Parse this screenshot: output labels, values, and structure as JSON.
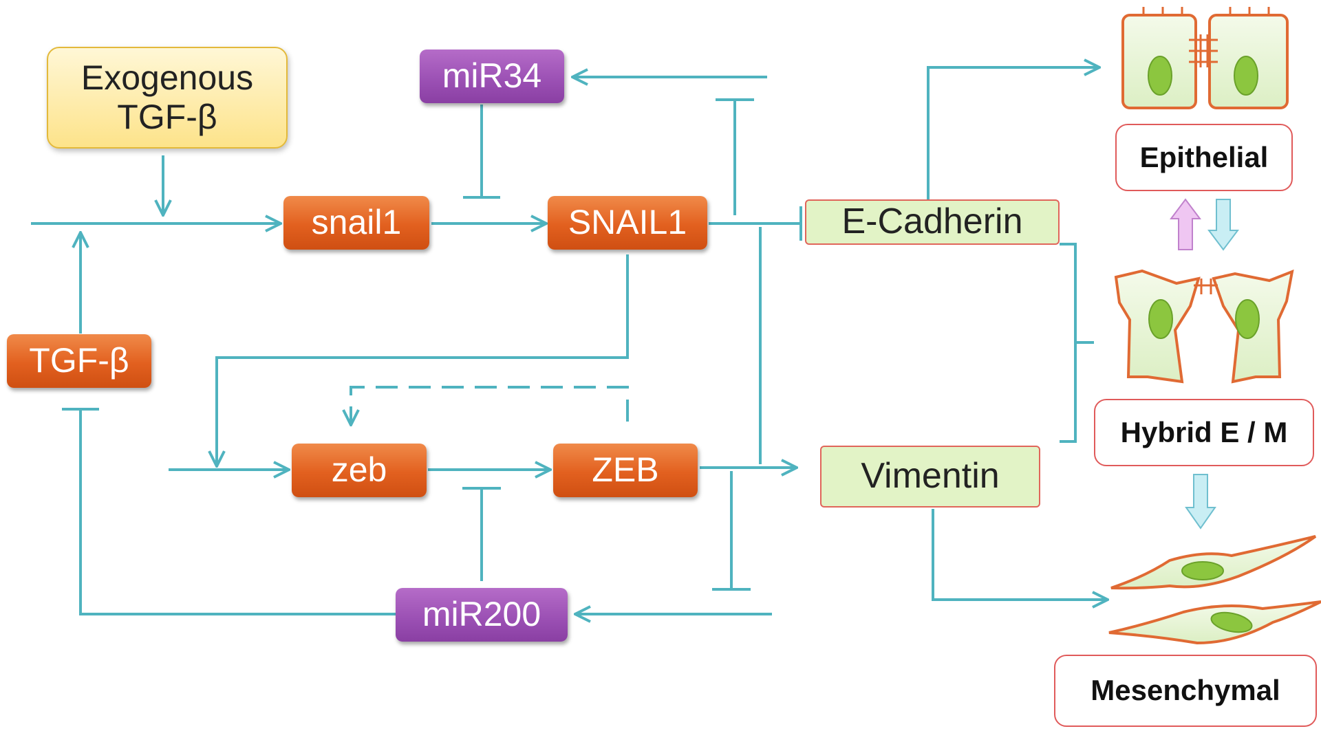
{
  "nodes": {
    "exogenous_tgfb": {
      "line1": "Exogenous",
      "line2": "TGF-β"
    },
    "mir34": "miR34",
    "snail1_mrna": "snail1",
    "snail1_protein": "SNAIL1",
    "tgfb": "TGF-β",
    "zeb_mrna": "zeb",
    "zeb_protein": "ZEB",
    "mir200": "miR200",
    "e_cadherin": "E-Cadherin",
    "vimentin": "Vimentin"
  },
  "phenotypes": {
    "epithelial": "Epithelial",
    "hybrid": "Hybrid E / M",
    "mesenchymal": "Mesenchymal"
  },
  "colors": {
    "connector": "#4fb3bf",
    "transcript_fill": "#e2601f",
    "microrna_fill": "#9a4fb3",
    "marker_fill": "#e2f3c6",
    "marker_border": "#e0655a",
    "cell_fill": "#e4f2d0",
    "cell_outline": "#e06a33",
    "nucleus_fill": "#8cc63f",
    "up_arrow_fill": "#efc6f2",
    "down_arrow_fill": "#c9eef4"
  }
}
